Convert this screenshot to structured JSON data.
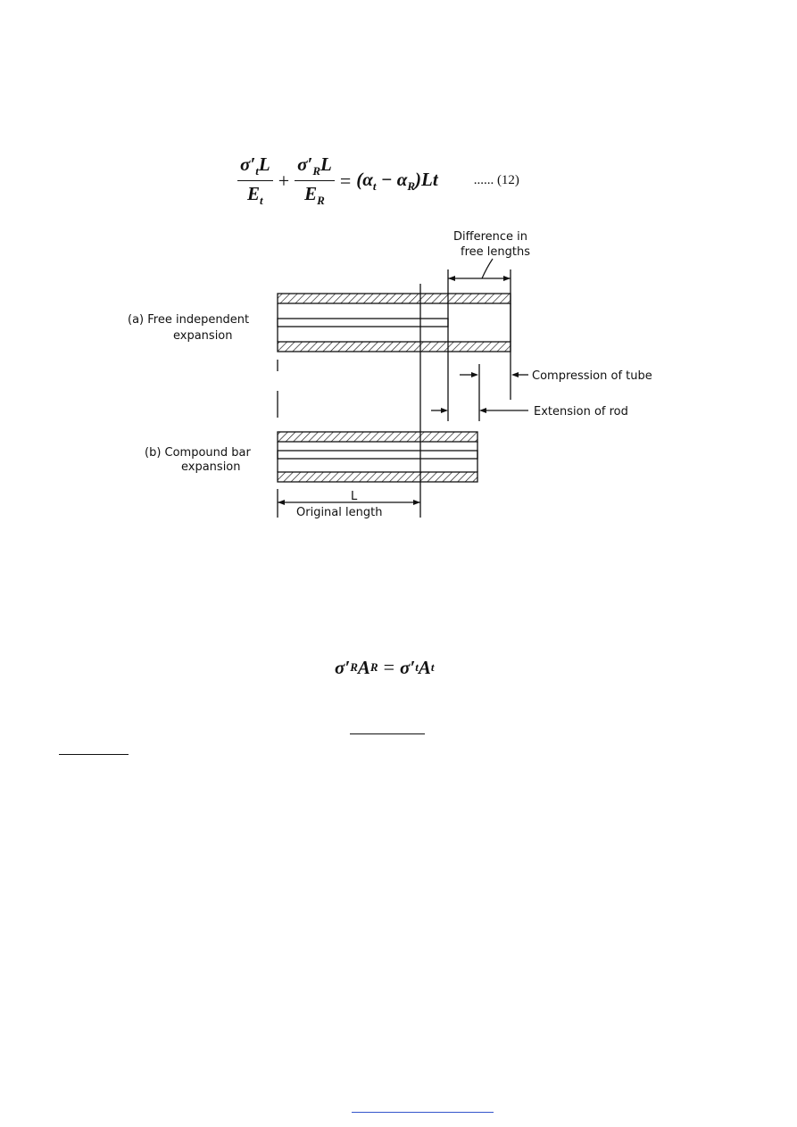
{
  "equation_12": {
    "t1_num_sigma": "σ′",
    "t1_num_sub": "t",
    "t1_num_tail": "L",
    "t1_den": "E",
    "t1_den_sub": "t",
    "plus": "+",
    "t2_num_sigma": "σ′",
    "t2_num_sub": "R",
    "t2_num_tail": "L",
    "t2_den": "E",
    "t2_den_sub": "R",
    "equals": "=",
    "rhs_open": "(α",
    "rhs_sub1": "t",
    "rhs_minus": " − α",
    "rhs_sub2": "R",
    "rhs_close": ")Lt",
    "number": "...... (12)"
  },
  "figure": {
    "label_difference_line1": "Difference in",
    "label_difference_line2": "free lengths",
    "label_a_line1": "(a) Free independent",
    "label_a_line2": "expansion",
    "label_compression": "Compression of tube",
    "label_extension": "Extension of rod",
    "label_b_line1": "(b) Compound bar",
    "label_b_line2": "expansion",
    "label_L": "L",
    "label_original": "Original length"
  },
  "equation_force": {
    "left_sigma": "σ′",
    "left_sub": "R",
    "left_A": "A",
    "left_A_sub": "R",
    "equals": "=",
    "right_sigma": "σ′",
    "right_sub": "t",
    "right_A": "A",
    "right_A_sub": "t"
  }
}
